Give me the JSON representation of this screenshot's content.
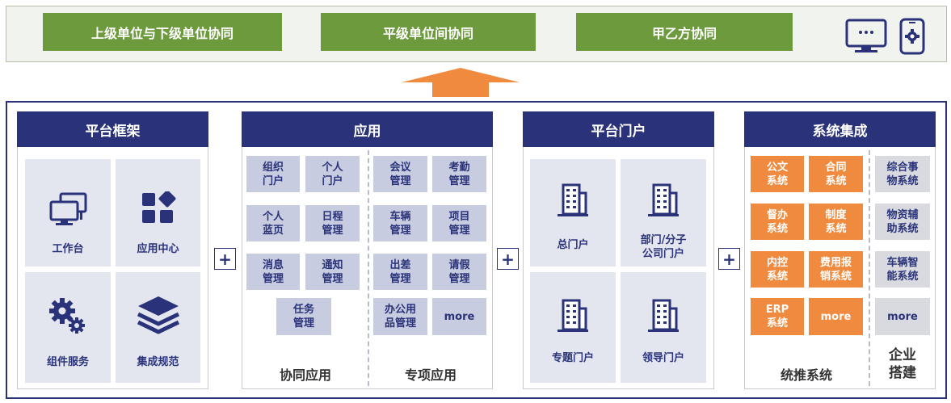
{
  "top_bar": {
    "buttons": [
      "上级单位与下级单位协同",
      "平级单位间协同",
      "甲乙方协同"
    ],
    "devices": [
      "monitor-icon",
      "phone-icon"
    ]
  },
  "colors": {
    "navy": "#2a3379",
    "green": "#6e9a3e",
    "orange": "#ef8a3e",
    "tile": "#e3e6ef",
    "lavender": "#c8cce0",
    "gray": "#d9dadf"
  },
  "platform_framework": {
    "title": "平台框架",
    "items": [
      {
        "label": "工作台",
        "icon": "monitors-icon"
      },
      {
        "label": "应用中心",
        "icon": "app-grid-icon"
      },
      {
        "label": "组件服务",
        "icon": "gears-icon"
      },
      {
        "label": "集成规范",
        "icon": "layers-icon"
      }
    ]
  },
  "applications": {
    "title": "应用",
    "collab_items": [
      "组织\n门户",
      "个人\n门户",
      "个人\n蓝页",
      "日程\n管理",
      "消息\n管理",
      "通知\n管理",
      "任务\n管理"
    ],
    "special_items": [
      "会议\n管理",
      "考勤\n管理",
      "车辆\n管理",
      "项目\n管理",
      "出差\n管理",
      "请假\n管理",
      "办公用\n品管理",
      "more"
    ],
    "collab_label": "协同应用",
    "special_label": "专项应用"
  },
  "portal": {
    "title": "平台门户",
    "items": [
      {
        "label": "总门户",
        "icon": "building-icon"
      },
      {
        "label": "部门/分子\n公司门户",
        "icon": "building-icon"
      },
      {
        "label": "专题门户",
        "icon": "building-icon"
      },
      {
        "label": "领导门户",
        "icon": "building-icon"
      }
    ]
  },
  "integration": {
    "title": "系统集成",
    "unified_items": [
      "公文\n系统",
      "合同\n系统",
      "督办\n系统",
      "制度\n系统",
      "内控\n系统",
      "费用报\n销系统",
      "ERP\n系统",
      "more"
    ],
    "enterprise_items": [
      "综合事\n物系统",
      "物资辅\n助系统",
      "车辆智\n能系统",
      "more"
    ],
    "unified_label": "统推系统",
    "enterprise_label": "企业\n搭建"
  },
  "plus_sign": "+"
}
